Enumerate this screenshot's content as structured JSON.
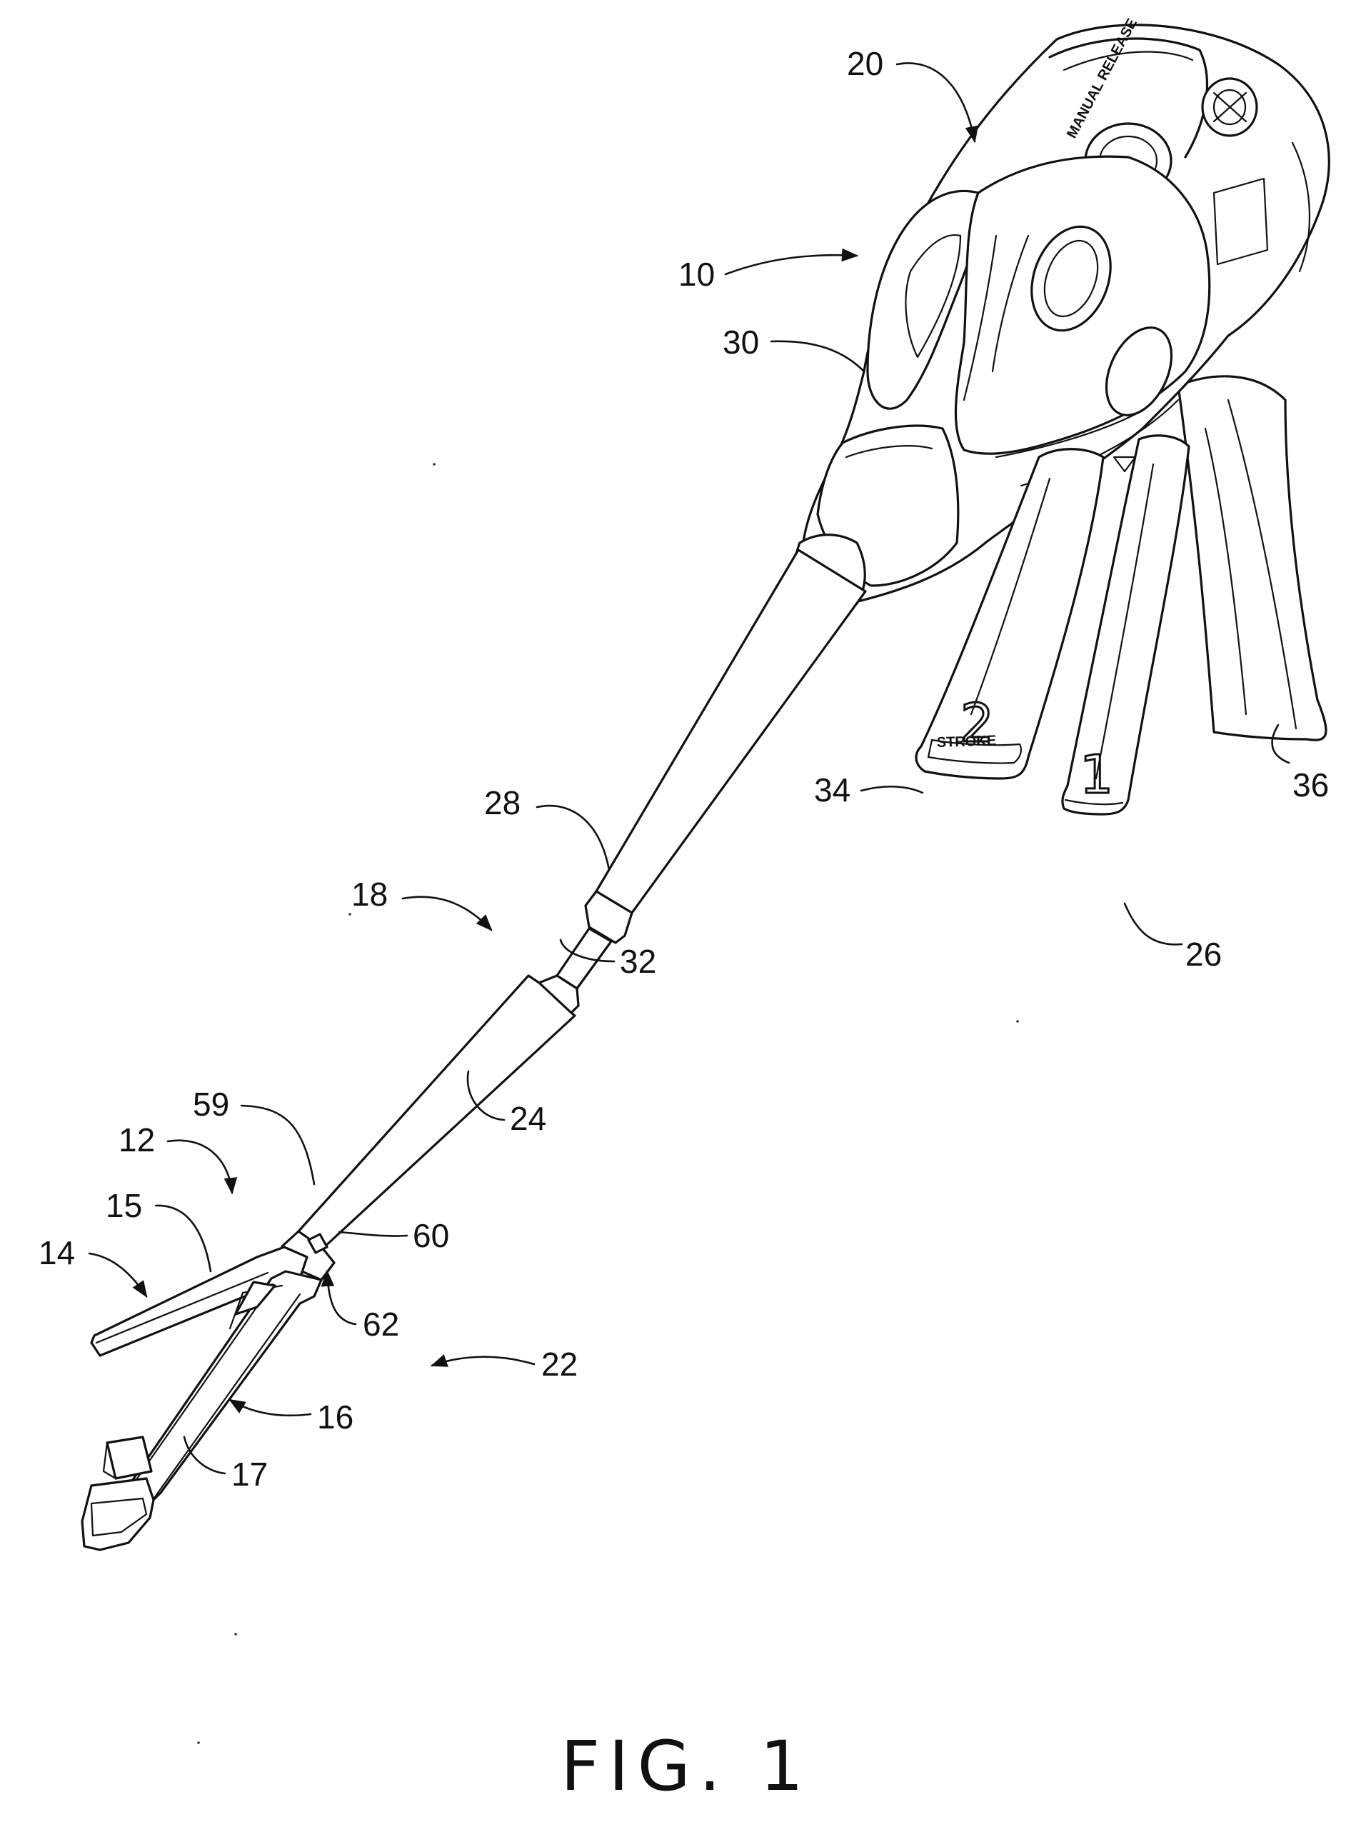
{
  "labels": {
    "r10": "10",
    "r12": "12",
    "r14": "14",
    "r15": "15",
    "r16": "16",
    "r17": "17",
    "r18": "18",
    "r20": "20",
    "r22": "22",
    "r24": "24",
    "r26": "26",
    "r28": "28",
    "r30": "30",
    "r32": "32",
    "r34": "34",
    "r36": "36",
    "r59": "59",
    "r60": "60",
    "r62": "62"
  },
  "device_text": {
    "manual_release": "MANUAL RELEASE",
    "stroke": "STROKE",
    "trigger_2": "2",
    "trigger_1": "1"
  },
  "caption": "FIG. 1"
}
